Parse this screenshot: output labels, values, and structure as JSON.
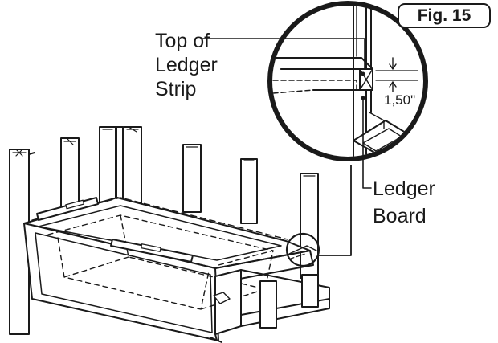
{
  "figure": {
    "badge": "Fig. 15",
    "labels": {
      "top_of_ledger_strip": [
        "Top of",
        "Ledger",
        "Strip"
      ],
      "ledger_board": [
        "Ledger",
        "Board"
      ],
      "dimension": "1,50\""
    }
  },
  "colors": {
    "ink": "#1a1a1a",
    "paper": "#ffffff"
  }
}
